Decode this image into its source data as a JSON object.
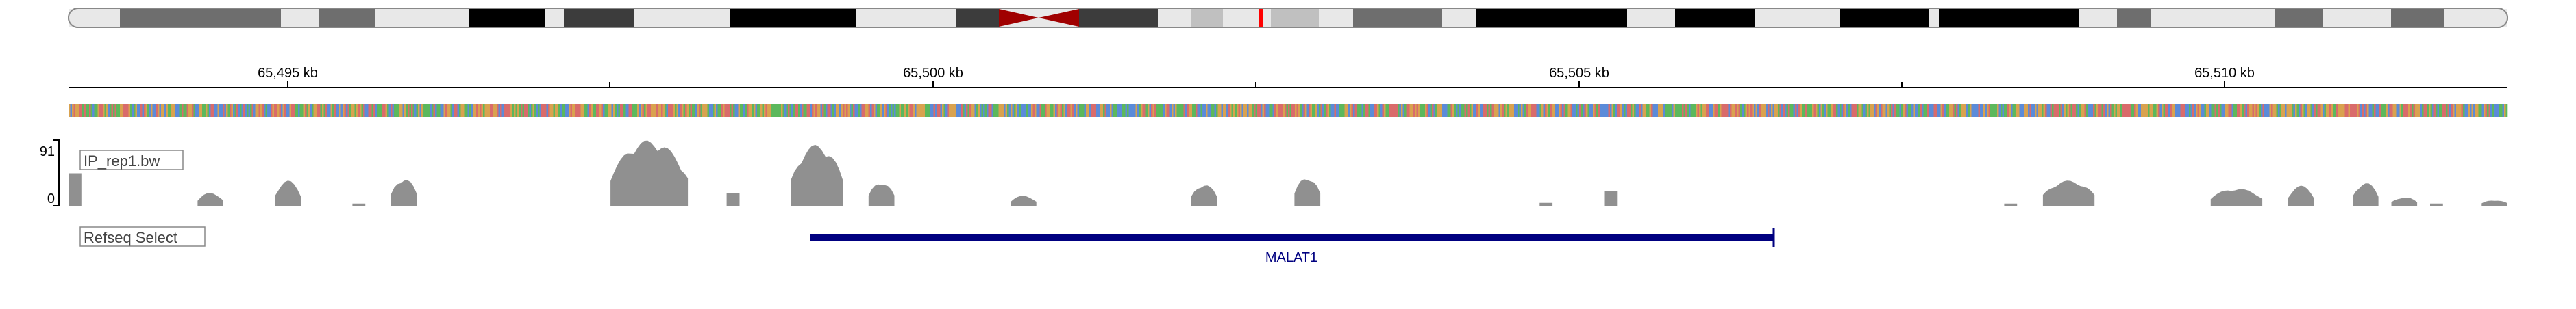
{
  "ideogram": {
    "centromere_color": "#a00000",
    "highlight_color": "#ff0000",
    "band_colors": {
      "gneg": "#e8e8e8",
      "gpos25": "#c0c0c0",
      "gpos50": "#a0a0a0",
      "gpos75": "#6e6e6e",
      "gpos100": "#000000",
      "gpos90": "#3c3c3c"
    }
  },
  "ruler": {
    "tick_labels": [
      "65,495 kb",
      "65,500 kb",
      "65,505 kb",
      "65,510 kb"
    ]
  },
  "sequence_track": {
    "base_colors": {
      "A": "#5cb85c",
      "C": "#5b8bd9",
      "G": "#d9a24f",
      "T": "#d96b6b"
    }
  },
  "coverage_track": {
    "name": "IP_rep1.bw",
    "scale_max": "91",
    "scale_min": "0",
    "bar_color": "#909090",
    "data_range": [
      0,
      91
    ]
  },
  "annotation_track": {
    "name": "Refseq Select",
    "gene_color": "#000080",
    "genes": [
      {
        "name": "MALAT1",
        "strand": "+"
      }
    ]
  },
  "chart_data": {
    "type": "area",
    "title": "",
    "xlabel": "",
    "ylabel": "",
    "ylim": [
      0,
      91
    ],
    "x_unit": "kb",
    "xlim": [
      65491.6,
      65510.5
    ],
    "series": [
      {
        "name": "IP_rep1.bw",
        "peaks": [
          {
            "start": 65491.6,
            "end": 65491.7,
            "max": 45
          },
          {
            "start": 65492.6,
            "end": 65492.8,
            "max": 18
          },
          {
            "start": 65493.2,
            "end": 65493.4,
            "max": 35
          },
          {
            "start": 65493.8,
            "end": 65493.9,
            "max": 3
          },
          {
            "start": 65494.1,
            "end": 65494.3,
            "max": 38
          },
          {
            "start": 65495.8,
            "end": 65496.4,
            "max": 91
          },
          {
            "start": 65496.7,
            "end": 65496.8,
            "max": 18
          },
          {
            "start": 65497.2,
            "end": 65497.6,
            "max": 85
          },
          {
            "start": 65497.8,
            "end": 65498.0,
            "max": 33
          },
          {
            "start": 65498.9,
            "end": 65499.1,
            "max": 14
          },
          {
            "start": 65500.3,
            "end": 65500.5,
            "max": 30
          },
          {
            "start": 65501.1,
            "end": 65501.3,
            "max": 40
          },
          {
            "start": 65503.0,
            "end": 65503.1,
            "max": 4
          },
          {
            "start": 65503.5,
            "end": 65503.6,
            "max": 20
          },
          {
            "start": 65506.6,
            "end": 65506.7,
            "max": 3
          },
          {
            "start": 65506.9,
            "end": 65507.3,
            "max": 35
          },
          {
            "start": 65508.2,
            "end": 65508.6,
            "max": 24
          },
          {
            "start": 65508.8,
            "end": 65509.0,
            "max": 28
          },
          {
            "start": 65509.3,
            "end": 65509.5,
            "max": 32
          },
          {
            "start": 65509.6,
            "end": 65509.8,
            "max": 12
          },
          {
            "start": 65509.9,
            "end": 65510.0,
            "max": 3
          },
          {
            "start": 65510.3,
            "end": 65510.5,
            "max": 8
          }
        ]
      }
    ]
  }
}
